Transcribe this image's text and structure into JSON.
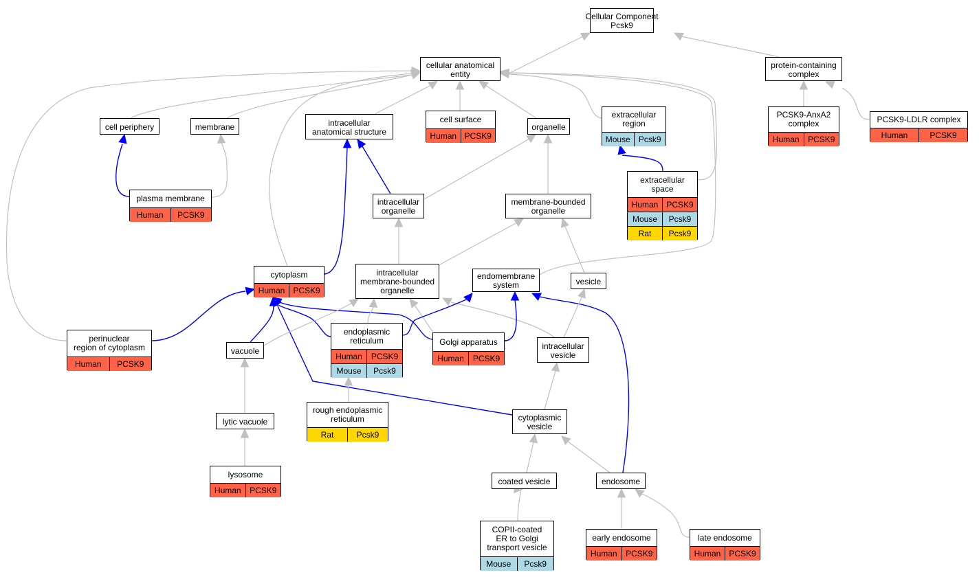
{
  "colors": {
    "Human": "#ff6347",
    "Mouse": "#add8e6",
    "Rat": "#ffd700",
    "edge_gray": "#c0c0c0",
    "edge_blue": "#0000ff"
  },
  "nodes": [
    {
      "id": "root",
      "label": "Cellular Component\nPcsk9",
      "rows": []
    },
    {
      "id": "cae",
      "label": "cellular anatomical\nentity",
      "rows": []
    },
    {
      "id": "pcc",
      "label": "protein-containing\ncomplex",
      "rows": []
    },
    {
      "id": "cper",
      "label": "cell periphery",
      "rows": []
    },
    {
      "id": "memb",
      "label": "membrane",
      "rows": []
    },
    {
      "id": "ias",
      "label": "intracellular\nanatomical structure",
      "rows": []
    },
    {
      "id": "csurf",
      "label": "cell surface",
      "rows": [
        [
          "Human",
          "PCSK9"
        ]
      ]
    },
    {
      "id": "org",
      "label": "organelle",
      "rows": []
    },
    {
      "id": "exreg",
      "label": "extracellular\nregion",
      "rows": [
        [
          "Mouse",
          "Pcsk9"
        ]
      ]
    },
    {
      "id": "anxa2",
      "label": "PCSK9-AnxA2\ncomplex",
      "rows": [
        [
          "Human",
          "PCSK9"
        ]
      ]
    },
    {
      "id": "ldlr",
      "label": "PCSK9-LDLR complex",
      "rows": [
        [
          "Human",
          "PCSK9"
        ]
      ]
    },
    {
      "id": "pmem",
      "label": "plasma membrane",
      "rows": [
        [
          "Human",
          "PCSK9"
        ]
      ]
    },
    {
      "id": "icorg",
      "label": "intracellular\norganelle",
      "rows": []
    },
    {
      "id": "mbo",
      "label": "membrane-bounded\norganelle",
      "rows": []
    },
    {
      "id": "exsp",
      "label": "extracellular\nspace",
      "rows": [
        [
          "Human",
          "PCSK9"
        ],
        [
          "Mouse",
          "Pcsk9"
        ],
        [
          "Rat",
          "Pcsk9"
        ]
      ]
    },
    {
      "id": "cyto",
      "label": "cytoplasm",
      "rows": [
        [
          "Human",
          "PCSK9"
        ]
      ]
    },
    {
      "id": "imbo",
      "label": "intracellular\nmembrane-bounded\norganelle",
      "rows": []
    },
    {
      "id": "endo",
      "label": "endomembrane\nsystem",
      "rows": []
    },
    {
      "id": "ves",
      "label": "vesicle",
      "rows": []
    },
    {
      "id": "perinuc",
      "label": "perinuclear\nregion of cytoplasm",
      "rows": [
        [
          "Human",
          "PCSK9"
        ]
      ]
    },
    {
      "id": "vac",
      "label": "vacuole",
      "rows": []
    },
    {
      "id": "er",
      "label": "endoplasmic\nreticulum",
      "rows": [
        [
          "Human",
          "PCSK9"
        ],
        [
          "Mouse",
          "Pcsk9"
        ]
      ]
    },
    {
      "id": "golgi",
      "label": "Golgi apparatus",
      "rows": [
        [
          "Human",
          "PCSK9"
        ]
      ]
    },
    {
      "id": "icves",
      "label": "intracellular\nvesicle",
      "rows": []
    },
    {
      "id": "rer",
      "label": "rough endoplasmic\nreticulum",
      "rows": [
        [
          "Rat",
          "Pcsk9"
        ]
      ]
    },
    {
      "id": "lytvac",
      "label": "lytic vacuole",
      "rows": []
    },
    {
      "id": "cytves",
      "label": "cytoplasmic\nvesicle",
      "rows": []
    },
    {
      "id": "lyso",
      "label": "lysosome",
      "rows": [
        [
          "Human",
          "PCSK9"
        ]
      ]
    },
    {
      "id": "coatves",
      "label": "coated vesicle",
      "rows": []
    },
    {
      "id": "endosome",
      "label": "endosome",
      "rows": []
    },
    {
      "id": "copii",
      "label": "COPII-coated\nER to Golgi\ntransport vesicle",
      "rows": [
        [
          "Mouse",
          "Pcsk9"
        ]
      ]
    },
    {
      "id": "eendo",
      "label": "early endosome",
      "rows": [
        [
          "Human",
          "PCSK9"
        ]
      ]
    },
    {
      "id": "lendo",
      "label": "late endosome",
      "rows": [
        [
          "Human",
          "PCSK9"
        ]
      ]
    }
  ]
}
